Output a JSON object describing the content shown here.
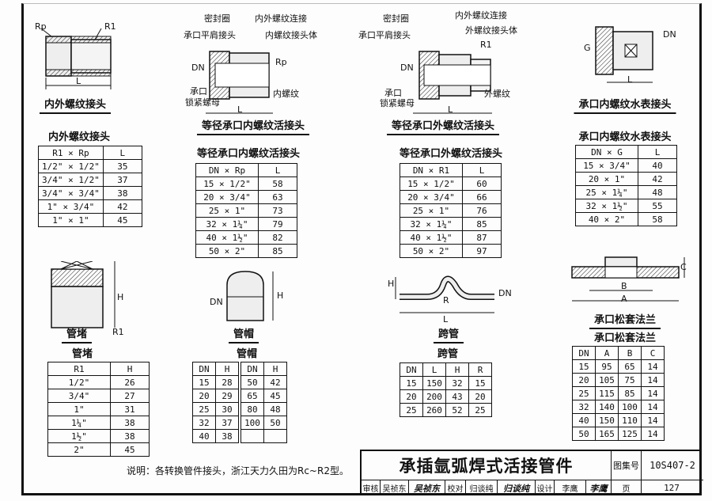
{
  "drawings": {
    "d1": {
      "rp": "Rp",
      "r1": "R1",
      "l": "L",
      "caption": "内外螺纹接头"
    },
    "d2": {
      "seal": "密封圈",
      "thread_conn": "内外螺纹连接",
      "shoulder": "承口平肩接头",
      "body": "内螺纹接头体",
      "dn": "DN",
      "rp": "Rp",
      "socket": "承口",
      "nut": "锁紧螺母",
      "thread": "内螺纹",
      "l": "L",
      "caption": "等径承口内螺纹活接头"
    },
    "d3": {
      "seal": "密封圈",
      "thread_conn": "内外螺纹连接",
      "shoulder": "承口平肩接头",
      "body": "外螺纹接头体",
      "r1": "R1",
      "dn": "DN",
      "socket": "承口",
      "nut": "锁紧螺母",
      "thread": "外螺纹",
      "l": "L",
      "caption": "等径承口外螺纹活接头"
    },
    "d4": {
      "g": "G",
      "dn": "DN",
      "l": "L",
      "caption": "承口内螺纹水表接头"
    },
    "d5": {
      "h": "H",
      "r1": "R1",
      "caption": "管堵"
    },
    "d6": {
      "dn": "DN",
      "h": "H",
      "caption": "管帽"
    },
    "d7": {
      "h": "H",
      "r": "R",
      "dn": "DN",
      "l": "L",
      "caption": "跨管"
    },
    "d8": {
      "c": "C",
      "b": "B",
      "a": "A",
      "caption": "承口松套法兰"
    }
  },
  "tables": {
    "t1": {
      "title": "内外螺纹接头",
      "headers": [
        "R1 × Rp",
        "L"
      ],
      "rows": [
        [
          "1/2\" × 1/2\"",
          "35"
        ],
        [
          "3/4\" × 1/2\"",
          "37"
        ],
        [
          "3/4\" × 3/4\"",
          "38"
        ],
        [
          "1\" × 3/4\"",
          "42"
        ],
        [
          "1\" × 1\"",
          "45"
        ]
      ]
    },
    "t2": {
      "title": "等径承口内螺纹活接头",
      "headers": [
        "DN × Rp",
        "L"
      ],
      "rows": [
        [
          "15 × 1/2\"",
          "58"
        ],
        [
          "20 × 3/4\"",
          "63"
        ],
        [
          "25 × 1\"",
          "73"
        ],
        [
          "32 × 1¼\"",
          "79"
        ],
        [
          "40 × 1½\"",
          "82"
        ],
        [
          "50 × 2\"",
          "85"
        ]
      ]
    },
    "t3": {
      "title": "等径承口外螺纹活接头",
      "headers": [
        "DN × R1",
        "L"
      ],
      "rows": [
        [
          "15 × 1/2\"",
          "60"
        ],
        [
          "20 × 3/4\"",
          "66"
        ],
        [
          "25 × 1\"",
          "76"
        ],
        [
          "32 × 1¼\"",
          "85"
        ],
        [
          "40 × 1½\"",
          "87"
        ],
        [
          "50 × 2\"",
          "97"
        ]
      ]
    },
    "t4": {
      "title": "承口内螺纹水表接头",
      "headers": [
        "DN × G",
        "L"
      ],
      "rows": [
        [
          "15 × 3/4\"",
          "40"
        ],
        [
          "20 × 1\"",
          "42"
        ],
        [
          "25 × 1¼\"",
          "48"
        ],
        [
          "32 × 1½\"",
          "55"
        ],
        [
          "40 × 2\"",
          "58"
        ]
      ]
    },
    "t5": {
      "title": "管堵",
      "headers": [
        "R1",
        "H"
      ],
      "rows": [
        [
          "1/2\"",
          "26"
        ],
        [
          "3/4\"",
          "27"
        ],
        [
          "1\"",
          "31"
        ],
        [
          "1¼\"",
          "38"
        ],
        [
          "1½\"",
          "38"
        ],
        [
          "2\"",
          "45"
        ]
      ]
    },
    "t6": {
      "title": "管帽",
      "headers": [
        "DN",
        "H",
        "DN",
        "H"
      ],
      "rows": [
        [
          "15",
          "28",
          "50",
          "42"
        ],
        [
          "20",
          "29",
          "65",
          "45"
        ],
        [
          "25",
          "30",
          "80",
          "48"
        ],
        [
          "32",
          "37",
          "100",
          "50"
        ],
        [
          "40",
          "38",
          "",
          ""
        ]
      ]
    },
    "t7": {
      "title": "跨管",
      "headers": [
        "DN",
        "L",
        "H",
        "R"
      ],
      "rows": [
        [
          "15",
          "150",
          "32",
          "15"
        ],
        [
          "20",
          "200",
          "43",
          "20"
        ],
        [
          "25",
          "260",
          "52",
          "25"
        ]
      ]
    },
    "t8": {
      "title": "承口松套法兰",
      "headers": [
        "DN",
        "A",
        "B",
        "C"
      ],
      "rows": [
        [
          "15",
          "95",
          "65",
          "14"
        ],
        [
          "20",
          "105",
          "75",
          "14"
        ],
        [
          "25",
          "115",
          "85",
          "14"
        ],
        [
          "32",
          "140",
          "100",
          "14"
        ],
        [
          "40",
          "150",
          "110",
          "14"
        ],
        [
          "50",
          "165",
          "125",
          "14"
        ]
      ]
    }
  },
  "note": "说明：各转换管件接头，浙江天力久田为Rc~R2型。",
  "title_block": {
    "title": "承插氩弧焊式活接管件",
    "atlas_label": "图集号",
    "atlas_no": "10S407-2",
    "reviewer_label": "审核",
    "reviewer": "吴祯东",
    "reviewer_sig": "吴祯东",
    "checker_label": "校对",
    "checker": "归谈纯",
    "checker_sig": "归谈纯",
    "designer_label": "设计",
    "designer": "李鹰",
    "designer_sig": "李鹰",
    "page_label": "页",
    "page_no": "127"
  }
}
